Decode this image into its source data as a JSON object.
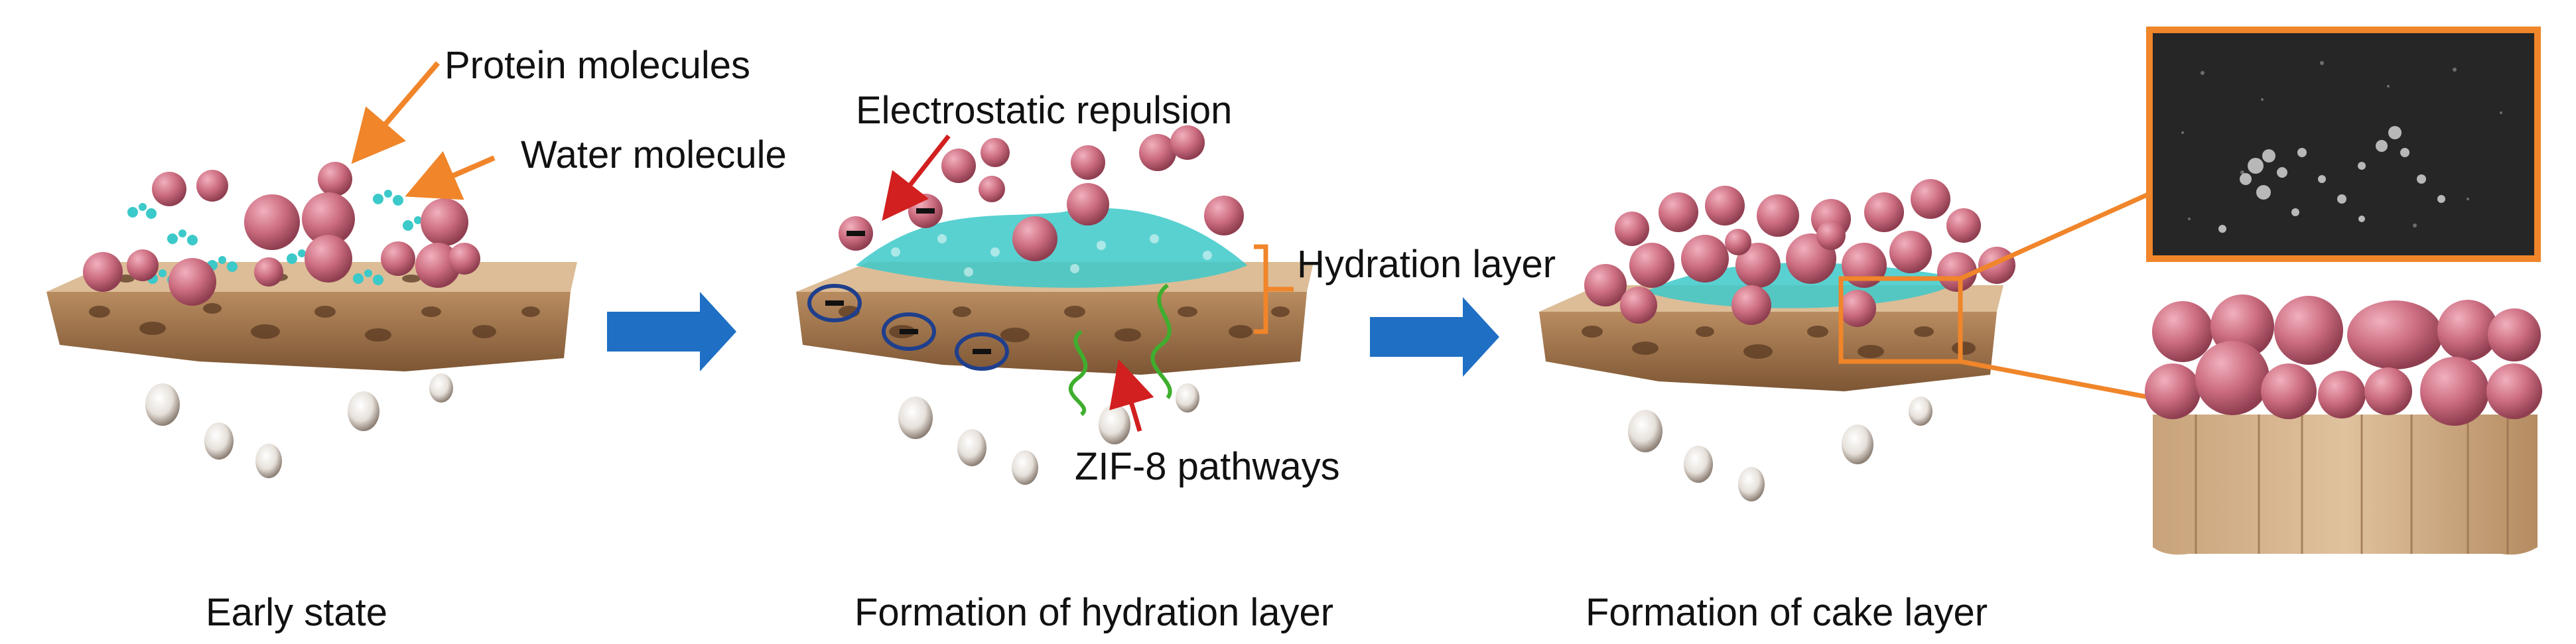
{
  "labels": {
    "protein_molecules": "Protein molecules",
    "water_molecule": "Water molecule",
    "electrostatic_repulsion": "Electrostatic repulsion",
    "hydration_layer": "Hydration layer",
    "zif8_pathways": "ZIF-8 pathways"
  },
  "captions": {
    "stage1": "Early state",
    "stage2": "Formation of hydration layer",
    "stage3": "Formation of cake layer"
  },
  "colors": {
    "membrane": "#c9a57c",
    "protein": "#c9677a",
    "water": "#3cc9c9",
    "arrow_blue": "#1f6fc4",
    "callout_orange": "#f0852a",
    "pointer_red": "#d21f1f",
    "pathway_green": "#3fae2e",
    "charge_circle": "#1f3f8c"
  }
}
